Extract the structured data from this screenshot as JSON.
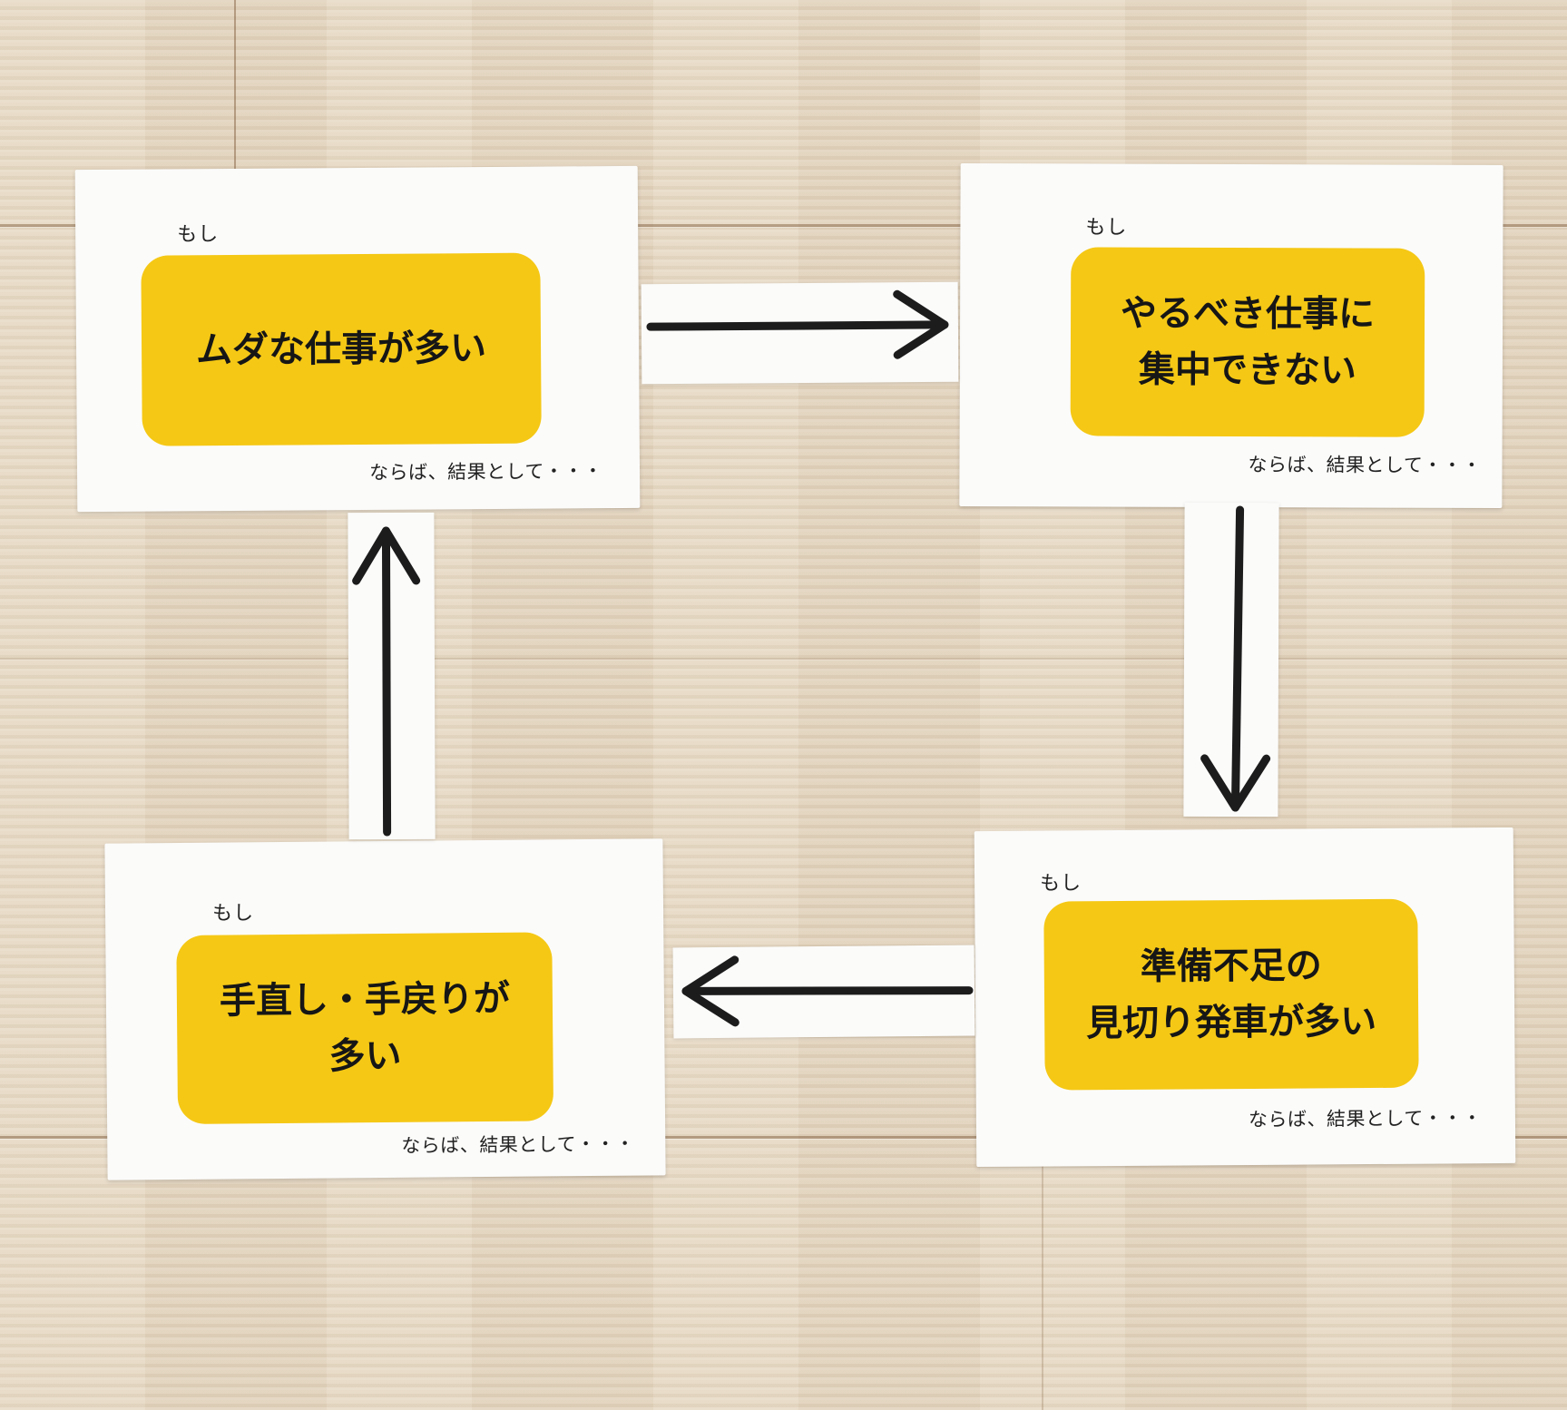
{
  "colors": {
    "floor": "#e6d8c2",
    "card": "#fbfbfa",
    "highlight": "#f5c815",
    "text": "#161616"
  },
  "cards": [
    {
      "if_label": "もし",
      "main_text": "ムダな仕事が多い",
      "result_label": "ならば、結果として・・・"
    },
    {
      "if_label": "もし",
      "main_text": "やるべき仕事に\n集中できない",
      "result_label": "ならば、結果として・・・"
    },
    {
      "if_label": "もし",
      "main_text": "手直し・手戻りが\n多い",
      "result_label": "ならば、結果として・・・"
    },
    {
      "if_label": "もし",
      "main_text": "準備不足の\n見切り発車が多い",
      "result_label": "ならば、結果として・・・"
    }
  ],
  "arrows": [
    {
      "direction": "right",
      "icon": "arrow-right-icon"
    },
    {
      "direction": "down",
      "icon": "arrow-down-icon"
    },
    {
      "direction": "left",
      "icon": "arrow-left-icon"
    },
    {
      "direction": "up",
      "icon": "arrow-up-icon"
    }
  ]
}
